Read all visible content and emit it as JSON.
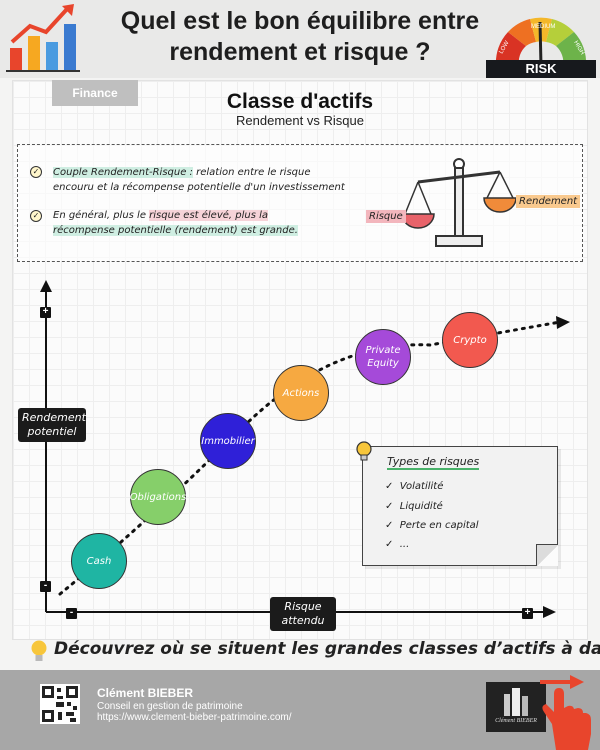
{
  "header": {
    "title_line1": "Quel est le bon équilibre entre",
    "title_line2": "rendement et risque ?",
    "gauge_low": "LOW",
    "gauge_medium": "MEDIUM",
    "gauge_high": "HIGH",
    "gauge_word": "RISK"
  },
  "tag": "Finance",
  "title": "Classe d'actifs",
  "subtitle": "Rendement vs Risque",
  "definition": {
    "b1_highlight": "Couple Rendement-Risque :",
    "b1_rest": " relation entre le risque encouru et la récompense potentielle d'un investissement",
    "b2_part1": "En général, plus le ",
    "b2_highlight1": "risque est élevé, plus la",
    "b2_highlight2": "récompense potentielle (rendement) est grande.",
    "scale_left_label": "Risque",
    "scale_right_label": "Rendement"
  },
  "axes": {
    "y_label": "Rendement potentiel",
    "x_label": "Risque attendu",
    "plus": "+",
    "minus": "-"
  },
  "chart_data": {
    "type": "scatter",
    "title": "",
    "xlabel": "Risque attendu",
    "ylabel": "Rendement potentiel",
    "points": [
      {
        "label": "Cash",
        "rank": 1,
        "color": "#1fb5a3"
      },
      {
        "label": "Obligations",
        "rank": 2,
        "color": "#86cf6a"
      },
      {
        "label": "Immobilier",
        "rank": 3,
        "color": "#2f20d8"
      },
      {
        "label": "Actions",
        "rank": 4,
        "color": "#f6a941"
      },
      {
        "label": "Private Equity",
        "rank": 5,
        "color": "#a54ad9"
      },
      {
        "label": "Crypto",
        "rank": 6,
        "color": "#f2594f"
      }
    ]
  },
  "note": {
    "title": "Types de risques",
    "items": [
      "Volatilité",
      "Liquidité",
      "Perte en capital",
      "..."
    ]
  },
  "banner": "Découvrez où se situent les grandes classes d’actifs à date",
  "footer": {
    "name": "Clément BIEBER",
    "role": "Conseil en gestion de patrimoine",
    "url": "https://www.clement-bieber-patrimoine.com/",
    "logo_text": "Clément BIEBER"
  }
}
